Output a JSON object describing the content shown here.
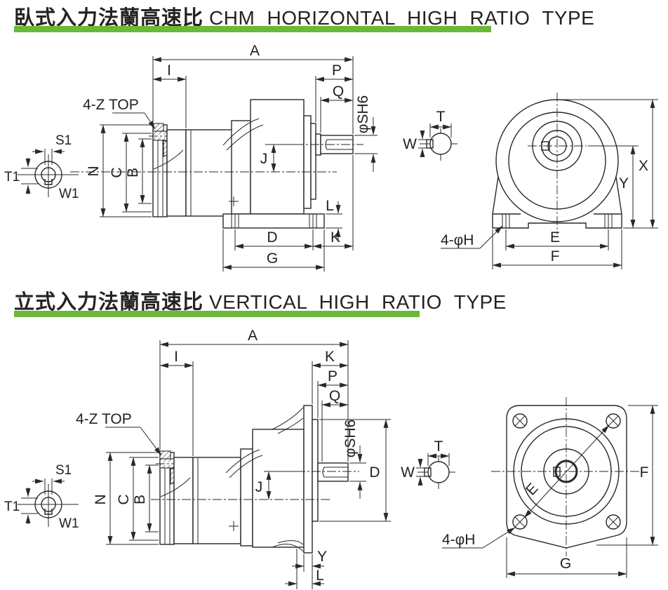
{
  "doc": {
    "background": "#ffffff",
    "line_color": "#2b2724",
    "accent_green": "#6cb83a"
  },
  "horizontal": {
    "title_zh": "臥式入力法蘭高速比",
    "title_en": "CHM HORIZONTAL HIGH RATIO TYPE",
    "dims": {
      "A": "A",
      "I": "I",
      "P": "P",
      "Q": "Q",
      "SH6": "φSH6",
      "J": "J",
      "N": "N",
      "C": "C",
      "B": "B",
      "L": "L",
      "D": "D",
      "K": "K",
      "G": "G",
      "S1": "S1",
      "T1": "T1",
      "W1": "W1",
      "Z_TOP": "4-Z TOP",
      "T": "T",
      "W": "W",
      "X": "X",
      "Y": "Y",
      "E": "E",
      "F": "F",
      "PHI_H": "4-φH"
    }
  },
  "vertical": {
    "title_zh": "立式入力法蘭高速比",
    "title_en": "VERTICAL HIGH RATIO TYPE",
    "dims": {
      "A": "A",
      "I": "I",
      "K": "K",
      "P": "P",
      "Q": "Q",
      "SH6": "φSH6",
      "D": "D",
      "J": "J",
      "N": "N",
      "C": "C",
      "B": "B",
      "Y": "Y",
      "L": "L",
      "S1": "S1",
      "T1": "T1",
      "W1": "W1",
      "Z_TOP": "4-Z TOP",
      "T": "T",
      "W": "W",
      "E": "E",
      "F": "F",
      "G": "G",
      "PHI_H": "4-φH"
    }
  }
}
